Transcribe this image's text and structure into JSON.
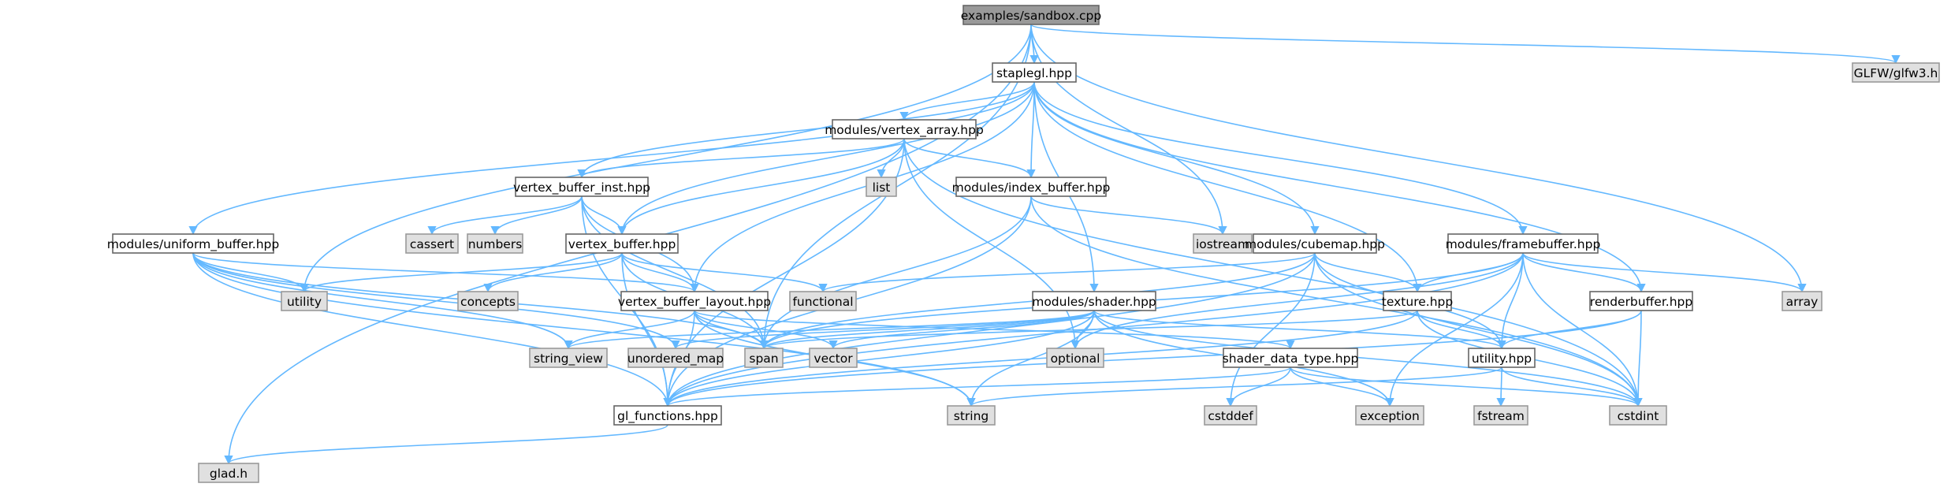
{
  "graph": {
    "colors": {
      "edge": "#63b8ff",
      "root_fill": "#999999",
      "documented_fill": "#ffffff",
      "external_fill": "#e0e0e0",
      "documented_border": "#666666",
      "external_border": "#999999"
    },
    "nodes": [
      {
        "id": "sandbox",
        "label": "examples/sandbox.cpp",
        "kind": "root"
      },
      {
        "id": "glfw3",
        "label": "GLFW/glfw3.h",
        "kind": "external"
      },
      {
        "id": "staplegl",
        "label": "staplegl.hpp",
        "kind": "documented"
      },
      {
        "id": "vertex_array",
        "label": "modules/vertex_array.hpp",
        "kind": "documented"
      },
      {
        "id": "list",
        "label": "list",
        "kind": "external"
      },
      {
        "id": "vbinst",
        "label": "vertex_buffer_inst.hpp",
        "kind": "documented"
      },
      {
        "id": "index_buffer",
        "label": "modules/index_buffer.hpp",
        "kind": "documented"
      },
      {
        "id": "cassert",
        "label": "cassert",
        "kind": "external"
      },
      {
        "id": "numbers",
        "label": "numbers",
        "kind": "external"
      },
      {
        "id": "uniform_buffer",
        "label": "modules/uniform_buffer.hpp",
        "kind": "documented"
      },
      {
        "id": "vertex_buffer",
        "label": "vertex_buffer.hpp",
        "kind": "documented"
      },
      {
        "id": "iostream",
        "label": "iostream",
        "kind": "external"
      },
      {
        "id": "cubemap",
        "label": "modules/cubemap.hpp",
        "kind": "documented"
      },
      {
        "id": "framebuffer",
        "label": "modules/framebuffer.hpp",
        "kind": "documented"
      },
      {
        "id": "utility",
        "label": "utility",
        "kind": "external"
      },
      {
        "id": "concepts",
        "label": "concepts",
        "kind": "external"
      },
      {
        "id": "functional",
        "label": "functional",
        "kind": "external"
      },
      {
        "id": "vblayout",
        "label": "vertex_buffer_layout.hpp",
        "kind": "documented"
      },
      {
        "id": "shader",
        "label": "modules/shader.hpp",
        "kind": "documented"
      },
      {
        "id": "texture",
        "label": "texture.hpp",
        "kind": "documented"
      },
      {
        "id": "renderbuffer",
        "label": "renderbuffer.hpp",
        "kind": "documented"
      },
      {
        "id": "array",
        "label": "array",
        "kind": "external"
      },
      {
        "id": "string_view",
        "label": "string_view",
        "kind": "external"
      },
      {
        "id": "unordered_map",
        "label": "unordered_map",
        "kind": "external"
      },
      {
        "id": "span",
        "label": "span",
        "kind": "external"
      },
      {
        "id": "vector",
        "label": "vector",
        "kind": "external"
      },
      {
        "id": "optional",
        "label": "optional",
        "kind": "external"
      },
      {
        "id": "shader_data_type",
        "label": "shader_data_type.hpp",
        "kind": "documented"
      },
      {
        "id": "utility_hpp",
        "label": "utility.hpp",
        "kind": "documented"
      },
      {
        "id": "gl_functions",
        "label": "gl_functions.hpp",
        "kind": "documented"
      },
      {
        "id": "string",
        "label": "string",
        "kind": "external"
      },
      {
        "id": "cstddef",
        "label": "cstddef",
        "kind": "external"
      },
      {
        "id": "exception",
        "label": "exception",
        "kind": "external"
      },
      {
        "id": "fstream",
        "label": "fstream",
        "kind": "external"
      },
      {
        "id": "cstdint",
        "label": "cstdint",
        "kind": "external"
      },
      {
        "id": "glad",
        "label": "glad.h",
        "kind": "external"
      }
    ],
    "edges": [
      [
        "sandbox",
        "staplegl"
      ],
      [
        "sandbox",
        "glfw3"
      ],
      [
        "sandbox",
        "array"
      ],
      [
        "sandbox",
        "iostream"
      ],
      [
        "sandbox",
        "utility"
      ],
      [
        "sandbox",
        "span"
      ],
      [
        "sandbox",
        "glad"
      ],
      [
        "staplegl",
        "vertex_array"
      ],
      [
        "staplegl",
        "index_buffer"
      ],
      [
        "staplegl",
        "vbinst"
      ],
      [
        "staplegl",
        "uniform_buffer"
      ],
      [
        "staplegl",
        "vertex_buffer"
      ],
      [
        "staplegl",
        "vblayout"
      ],
      [
        "staplegl",
        "cubemap"
      ],
      [
        "staplegl",
        "framebuffer"
      ],
      [
        "staplegl",
        "shader"
      ],
      [
        "staplegl",
        "texture"
      ],
      [
        "staplegl",
        "renderbuffer"
      ],
      [
        "vertex_array",
        "list"
      ],
      [
        "vertex_array",
        "vbinst"
      ],
      [
        "vertex_array",
        "index_buffer"
      ],
      [
        "vertex_array",
        "vertex_buffer"
      ],
      [
        "vertex_array",
        "optional"
      ],
      [
        "vertex_array",
        "cstdint"
      ],
      [
        "vertex_array",
        "gl_functions"
      ],
      [
        "vbinst",
        "cassert"
      ],
      [
        "vbinst",
        "numbers"
      ],
      [
        "vbinst",
        "vertex_buffer"
      ],
      [
        "vbinst",
        "vblayout"
      ],
      [
        "vbinst",
        "span"
      ],
      [
        "vbinst",
        "gl_functions"
      ],
      [
        "index_buffer",
        "iostream"
      ],
      [
        "index_buffer",
        "span"
      ],
      [
        "index_buffer",
        "cstdint"
      ],
      [
        "index_buffer",
        "gl_functions"
      ],
      [
        "uniform_buffer",
        "utility"
      ],
      [
        "uniform_buffer",
        "vblayout"
      ],
      [
        "uniform_buffer",
        "string_view"
      ],
      [
        "uniform_buffer",
        "span"
      ],
      [
        "uniform_buffer",
        "string"
      ],
      [
        "uniform_buffer",
        "gl_functions"
      ],
      [
        "uniform_buffer",
        "unordered_map"
      ],
      [
        "vertex_buffer",
        "utility"
      ],
      [
        "vertex_buffer",
        "concepts"
      ],
      [
        "vertex_buffer",
        "functional"
      ],
      [
        "vertex_buffer",
        "vblayout"
      ],
      [
        "vertex_buffer",
        "span"
      ],
      [
        "vertex_buffer",
        "gl_functions"
      ],
      [
        "vblayout",
        "string_view"
      ],
      [
        "vblayout",
        "span"
      ],
      [
        "vblayout",
        "vector"
      ],
      [
        "vblayout",
        "shader_data_type"
      ],
      [
        "vblayout",
        "gl_functions"
      ],
      [
        "vblayout",
        "string"
      ],
      [
        "cubemap",
        "texture"
      ],
      [
        "cubemap",
        "functional"
      ],
      [
        "cubemap",
        "span"
      ],
      [
        "cubemap",
        "cstddef"
      ],
      [
        "cubemap",
        "cstdint"
      ],
      [
        "cubemap",
        "gl_functions"
      ],
      [
        "cubemap",
        "utility_hpp"
      ],
      [
        "framebuffer",
        "texture"
      ],
      [
        "framebuffer",
        "renderbuffer"
      ],
      [
        "framebuffer",
        "array"
      ],
      [
        "framebuffer",
        "utility_hpp"
      ],
      [
        "framebuffer",
        "span"
      ],
      [
        "framebuffer",
        "optional"
      ],
      [
        "framebuffer",
        "exception"
      ],
      [
        "framebuffer",
        "cstdint"
      ],
      [
        "framebuffer",
        "gl_functions"
      ],
      [
        "shader",
        "string_view"
      ],
      [
        "shader",
        "unordered_map"
      ],
      [
        "shader",
        "span"
      ],
      [
        "shader",
        "vector"
      ],
      [
        "shader",
        "optional"
      ],
      [
        "shader",
        "string"
      ],
      [
        "shader",
        "exception"
      ],
      [
        "shader",
        "utility_hpp"
      ],
      [
        "shader",
        "gl_functions"
      ],
      [
        "shader",
        "cstdint"
      ],
      [
        "texture",
        "utility_hpp"
      ],
      [
        "texture",
        "span"
      ],
      [
        "texture",
        "cstdint"
      ],
      [
        "texture",
        "gl_functions"
      ],
      [
        "renderbuffer",
        "utility_hpp"
      ],
      [
        "renderbuffer",
        "cstdint"
      ],
      [
        "renderbuffer",
        "gl_functions"
      ],
      [
        "shader_data_type",
        "cstddef"
      ],
      [
        "shader_data_type",
        "exception"
      ],
      [
        "shader_data_type",
        "cstdint"
      ],
      [
        "shader_data_type",
        "gl_functions"
      ],
      [
        "utility_hpp",
        "fstream"
      ],
      [
        "utility_hpp",
        "string"
      ],
      [
        "utility_hpp",
        "cstdint"
      ],
      [
        "gl_functions",
        "glad"
      ]
    ]
  }
}
